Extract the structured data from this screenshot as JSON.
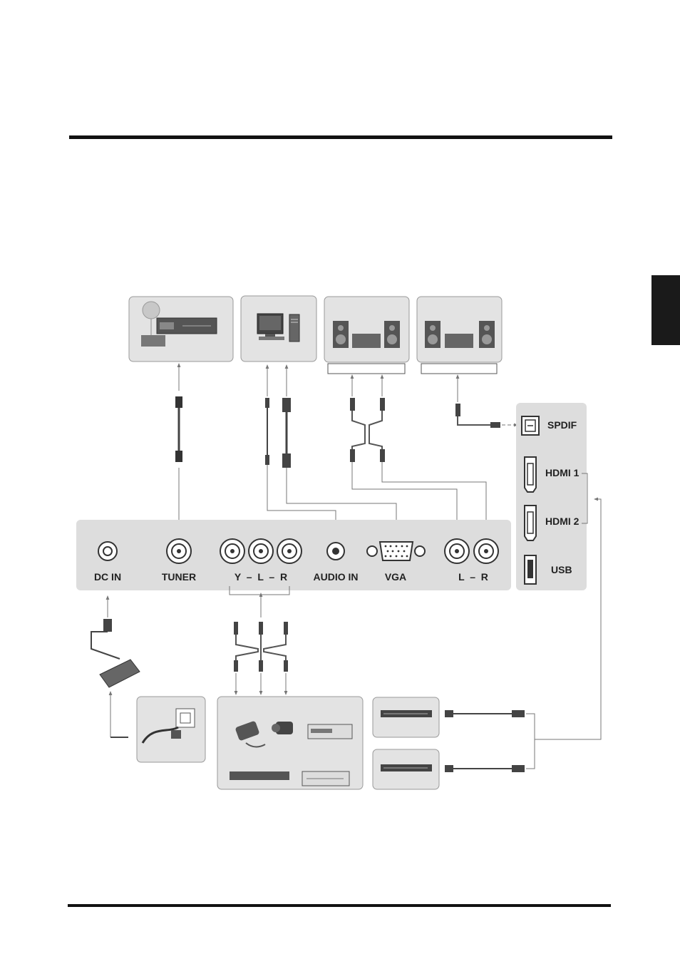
{
  "panel": {
    "labels": {
      "dc_in": "DC IN",
      "tuner": "TUNER",
      "ypbpr": "Y  –  L  –  R",
      "audio_in": "AUDIO IN",
      "vga": "VGA",
      "audio_out": "L  –  R"
    }
  },
  "side_panel": {
    "labels": {
      "spdif": "SPDIF",
      "hdmi1": "HDMI 1",
      "hdmi2": "HDMI 2",
      "usb": "USB"
    }
  },
  "devices": [
    "satellite-receiver",
    "computer",
    "stereo-system",
    "stereo-system-digital",
    "power-outlet",
    "av-devices",
    "dvd-player-1",
    "dvd-player-2"
  ],
  "colors": {
    "panel_bg": "#dddddd",
    "device_bg": "#e3e3e3",
    "cable": "#777777",
    "connector": "#333333"
  }
}
